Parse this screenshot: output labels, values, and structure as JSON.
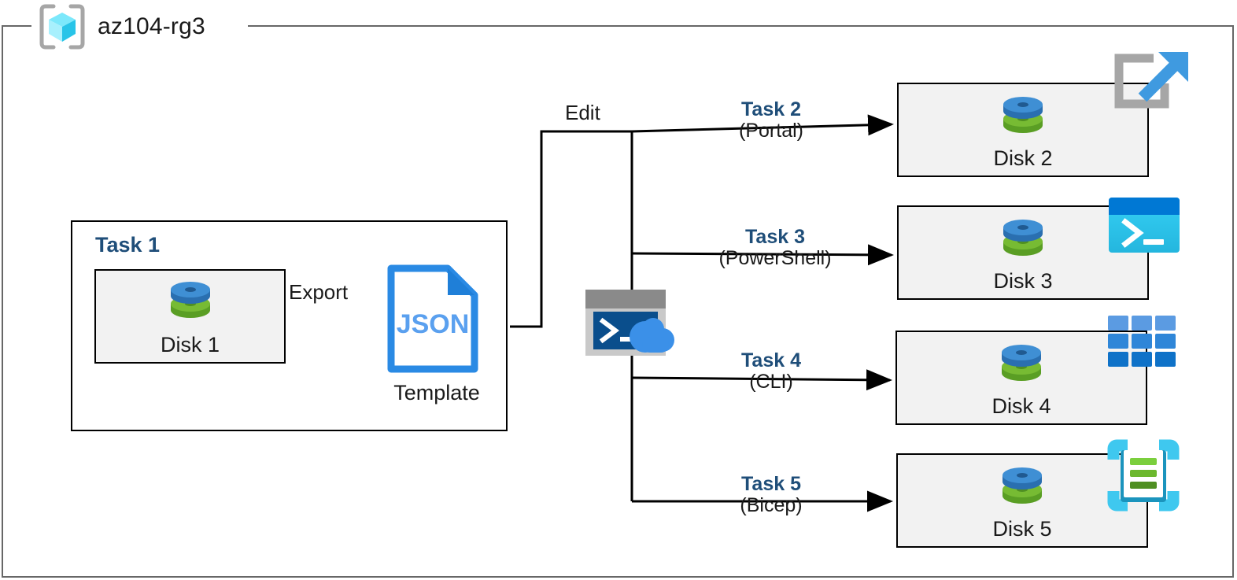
{
  "diagram": {
    "type": "azure-architecture-flow",
    "resource_group": {
      "name": "az104-rg3",
      "icon": "resource-group-cube-icon"
    },
    "colors": {
      "task_label": "#1F4E79",
      "box_fill": "#f2f2f2",
      "box_stroke": "#000000",
      "frame_stroke": "#676767",
      "disk_top": "#3f8fd4",
      "disk_bottom": "#6cb82e",
      "json_blue": "#2a8ae4",
      "json_text": "#5aa0ef",
      "cloudshell_cloud": "#3b90e8",
      "cloudshell_body": "#0a4e8c",
      "powershell_bar": "#0078d4",
      "powershell_body": "#35c3ef",
      "cli_blue": "#2a7fd4",
      "bicep_cyan": "#3fc8ef",
      "bicep_bar_1": "#7bcf3d",
      "bicep_bar_2": "#6cb82e",
      "bicep_bar_3": "#4f8f22",
      "portal_arrow": "#3f9ae0",
      "portal_frame": "#a6a6a6"
    },
    "task1": {
      "label": "Task 1",
      "source": {
        "caption": "Disk 1",
        "icon": "disk-icon"
      },
      "export_label": "Export",
      "template": {
        "icon": "json-file-icon",
        "badge_text": "JSON",
        "caption": "Template"
      }
    },
    "edit_label": "Edit",
    "cloudshell": {
      "icon": "cloud-shell-icon",
      "prompt": ">_"
    },
    "branches": [
      {
        "task": "Task 2",
        "tool": "(Portal)",
        "target_caption": "Disk 2",
        "target_icon": "azure-portal-icon"
      },
      {
        "task": "Task 3",
        "tool": "(PowerShell)",
        "target_caption": "Disk 3",
        "target_icon": "powershell-icon"
      },
      {
        "task": "Task 4",
        "tool": "(CLI)",
        "target_caption": "Disk 4",
        "target_icon": "azure-cli-icon"
      },
      {
        "task": "Task 5",
        "tool": "(Bicep)",
        "target_caption": "Disk 5",
        "target_icon": "bicep-icon"
      }
    ]
  }
}
